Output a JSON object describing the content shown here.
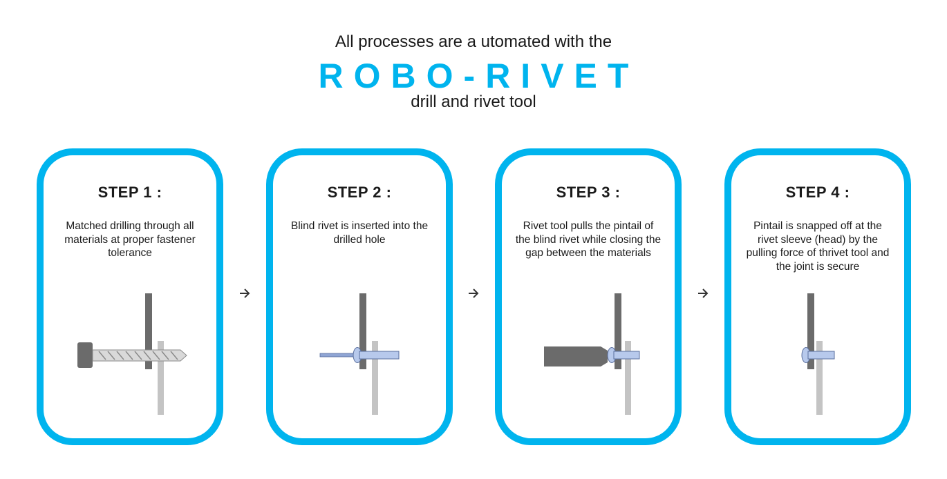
{
  "header": {
    "intro": "All processes are a utomated with the",
    "brand": "ROBO-RIVET",
    "subtitle": "drill and rivet tool",
    "brand_color": "#00b4ee"
  },
  "steps": [
    {
      "title": "STEP 1 :",
      "description": "Matched drilling through all materials at proper fastener tolerance",
      "illustration": "drill-bit-through-plates"
    },
    {
      "title": "STEP 2 :",
      "description": "Blind rivet is inserted into the drilled hole",
      "illustration": "blind-rivet-in-hole"
    },
    {
      "title": "STEP 3 :",
      "description": "Rivet tool pulls the pintail of the blind rivet while closing the gap between the materials",
      "illustration": "rivet-tool-pulling-pintail"
    },
    {
      "title": "STEP 4 :",
      "description": "Pintail is snapped off at the rivet sleeve (head) by the pulling force of thrivet tool and the joint is secure",
      "illustration": "secured-rivet-joint"
    }
  ],
  "connector_icon": "arrow-right-icon",
  "colors": {
    "card_border": "#00b4ee",
    "plate_dark": "#6b6b6b",
    "plate_light": "#c4c4c4",
    "rivet": "#b7c9ec"
  }
}
